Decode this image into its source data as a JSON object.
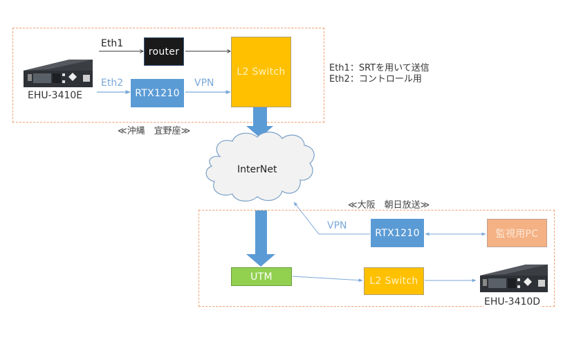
{
  "zones": {
    "okinawa": {
      "caption": "≪沖縄　宜野座≫"
    },
    "osaka": {
      "caption": "≪大阪　朝日放送≫"
    }
  },
  "nodes": {
    "encoder_device": {
      "label": "EHU-3410E"
    },
    "router": {
      "label": "router",
      "color": "#1a1a1a"
    },
    "rtx_okinawa": {
      "label": "RTX1210",
      "color": "#5b9bd5"
    },
    "l2_switch_okinawa": {
      "label": "L2 Switch",
      "color": "#ffc000"
    },
    "internet": {
      "label": "InterNet"
    },
    "rtx_osaka": {
      "label": "RTX1210",
      "color": "#5b9bd5"
    },
    "monitor_pc": {
      "label": "監視用PC",
      "color": "#f4b183"
    },
    "utm": {
      "label": "UTM",
      "color": "#92d050"
    },
    "l2_switch_osaka": {
      "label": "L2 Switch",
      "color": "#ffc000"
    },
    "decoder_device": {
      "label": "EHU-3410D"
    }
  },
  "links": {
    "eth1": "Eth1",
    "eth2": "Eth2",
    "vpn_okinawa": "VPN",
    "vpn_osaka": "VPN"
  },
  "legend": {
    "line1": "Eth1：SRTを用いて送信",
    "line2": "Eth2：コントロール用"
  },
  "colors": {
    "zone_border": "#f0a070",
    "control_line": "#7aa8d8",
    "data_line": "#333333",
    "big_arrow": "#5b9bd5"
  }
}
